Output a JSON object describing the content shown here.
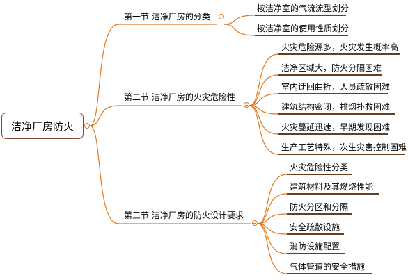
{
  "root": {
    "label": "洁净厂房防火"
  },
  "sections": [
    {
      "label": "第一节 洁净厂房的分类",
      "items": [
        "按洁净室的气流流型划分",
        "按洁净室的使用性质划分"
      ]
    },
    {
      "label": "第二节 洁净厂房的火灾危险性",
      "items": [
        "火灾危险源多，火灾发生概率高",
        "洁净区域大，防火分隔困难",
        "室内迂回曲折，人员疏散困难",
        "建筑结构密闭，排烟扑救困难",
        "火灾蔓延迅速，早期发现困难",
        "生产工艺特殊，次生灾害控制困难"
      ]
    },
    {
      "label": "第三节 洁净厂房的防火设计要求",
      "items": [
        "火灾危险性分类",
        "建筑材料及其燃烧性能",
        "防火分区和分隔",
        "安全疏散设施",
        "消防设施配置",
        "气体管道的安全措施"
      ]
    }
  ],
  "colors": {
    "branch": "#e07a22",
    "underline": "#6b3d1f",
    "root_border": "#7a4a33"
  }
}
